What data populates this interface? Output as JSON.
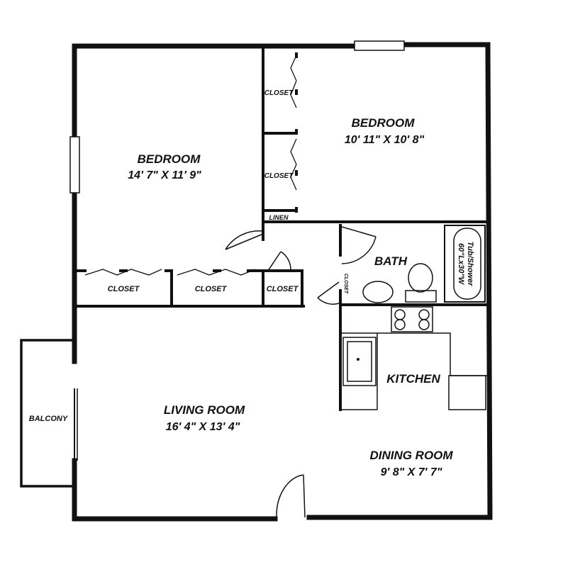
{
  "rooms": {
    "bedroom_left": {
      "name": "BEDROOM",
      "dims": "14' 7\" X 11' 9\""
    },
    "bedroom_right": {
      "name": "BEDROOM",
      "dims": "10' 11\" X 10' 8\""
    },
    "bath": {
      "name": "BATH"
    },
    "kitchen": {
      "name": "KITCHEN"
    },
    "living": {
      "name": "LIVING ROOM",
      "dims": "16' 4\" X 13' 4\""
    },
    "dining": {
      "name": "DINING ROOM",
      "dims": "9' 8\" X 7' 7\""
    },
    "balcony": {
      "name": "BALCONY"
    }
  },
  "closets": {
    "upper": "CLOSET",
    "lower": "CLOSET",
    "linen": "LINEN",
    "bedroom_1": "CLOSET",
    "bedroom_2": "CLOSET",
    "hall": "CLOSET",
    "bath": "CLOSET"
  },
  "fixtures": {
    "tub_line1": "60\"Lx30\"W",
    "tub_line2": "Tub/Shower"
  }
}
